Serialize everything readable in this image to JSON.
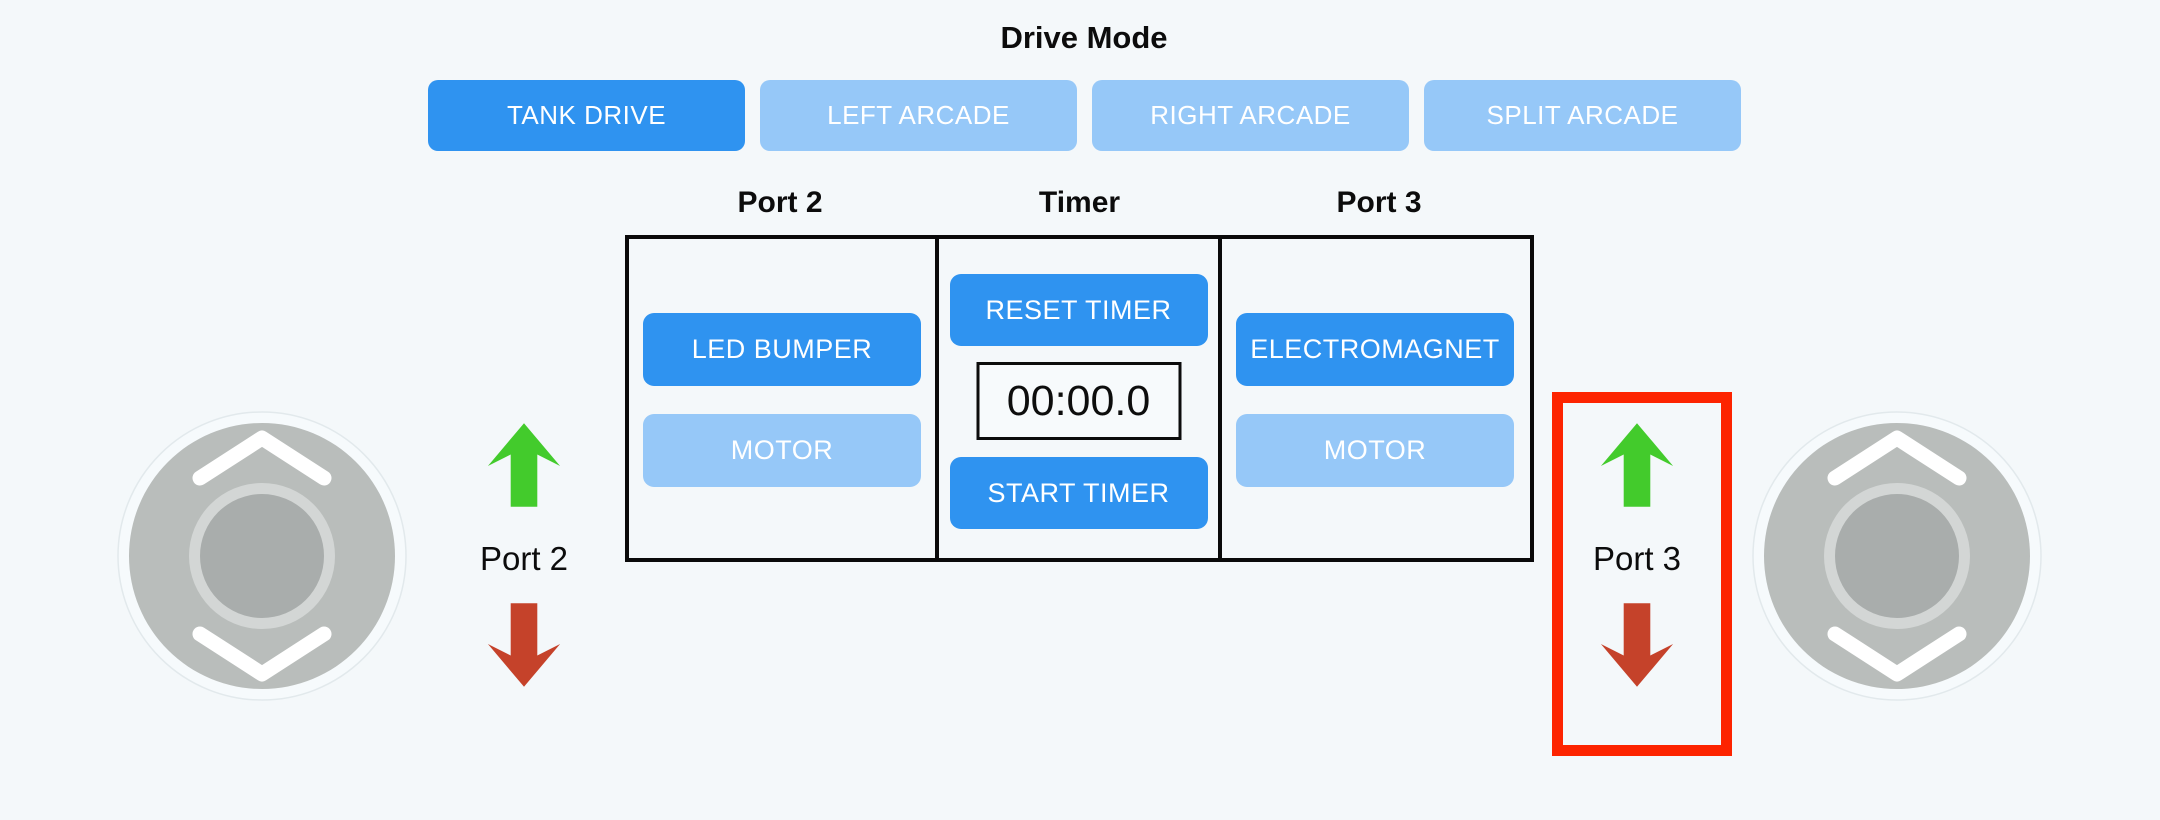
{
  "drive_mode": {
    "title": "Drive Mode",
    "buttons": [
      {
        "label": "TANK DRIVE",
        "active": true
      },
      {
        "label": "LEFT ARCADE",
        "active": false
      },
      {
        "label": "RIGHT ARCADE",
        "active": false
      },
      {
        "label": "SPLIT ARCADE",
        "active": false
      }
    ]
  },
  "panel": {
    "columns": [
      {
        "header": "Port 2",
        "buttons": [
          {
            "label": "LED BUMPER",
            "active": true
          },
          {
            "label": "MOTOR",
            "active": false
          }
        ]
      },
      {
        "header": "Timer",
        "timer": {
          "reset_label": "RESET TIMER",
          "display": "00:00.0",
          "start_label": "START TIMER"
        }
      },
      {
        "header": "Port 3",
        "buttons": [
          {
            "label": "ELECTROMAGNET",
            "active": true
          },
          {
            "label": "MOTOR",
            "active": false
          }
        ]
      }
    ]
  },
  "indicators": {
    "left": {
      "label": "Port 2",
      "highlighted": false
    },
    "right": {
      "label": "Port 3",
      "highlighted": true
    }
  },
  "colors": {
    "background": "#f4f8fa",
    "active_blue": "#2f93f0",
    "inactive_blue": "#96c8f8",
    "up_arrow_green": "#43cb2c",
    "down_arrow_red": "#c5422a",
    "highlight_red": "#fd2400",
    "panel_border": "#0a0a0a"
  }
}
